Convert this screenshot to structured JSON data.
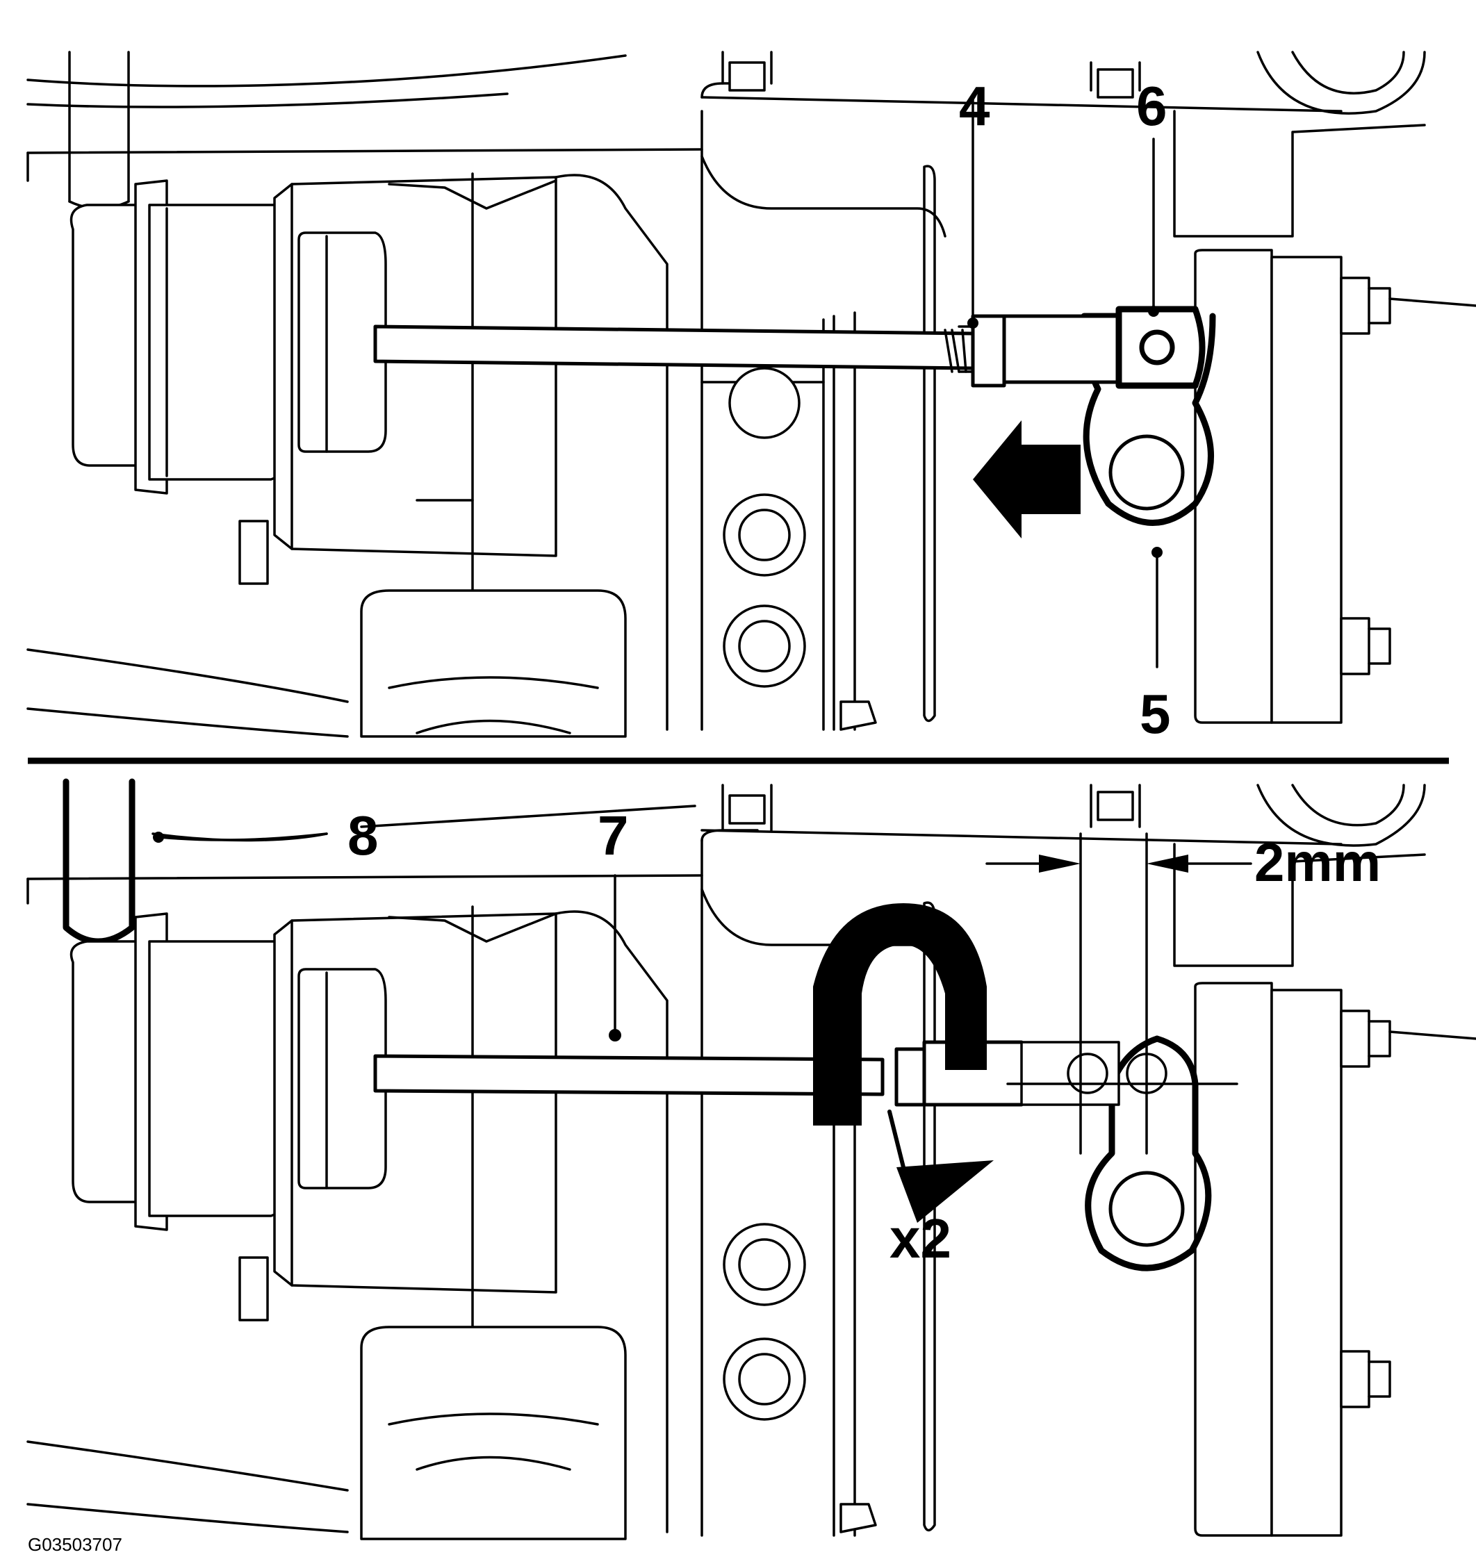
{
  "figure": {
    "callouts": {
      "c4": "4",
      "c5": "5",
      "c6": "6",
      "c7": "7",
      "c8": "8"
    },
    "dimension_label": "2mm",
    "rotation_label": "x2",
    "figure_code": "G03503707",
    "colors": {
      "ink": "#000000",
      "paper": "#ffffff"
    },
    "panels": [
      "top",
      "bottom"
    ]
  }
}
